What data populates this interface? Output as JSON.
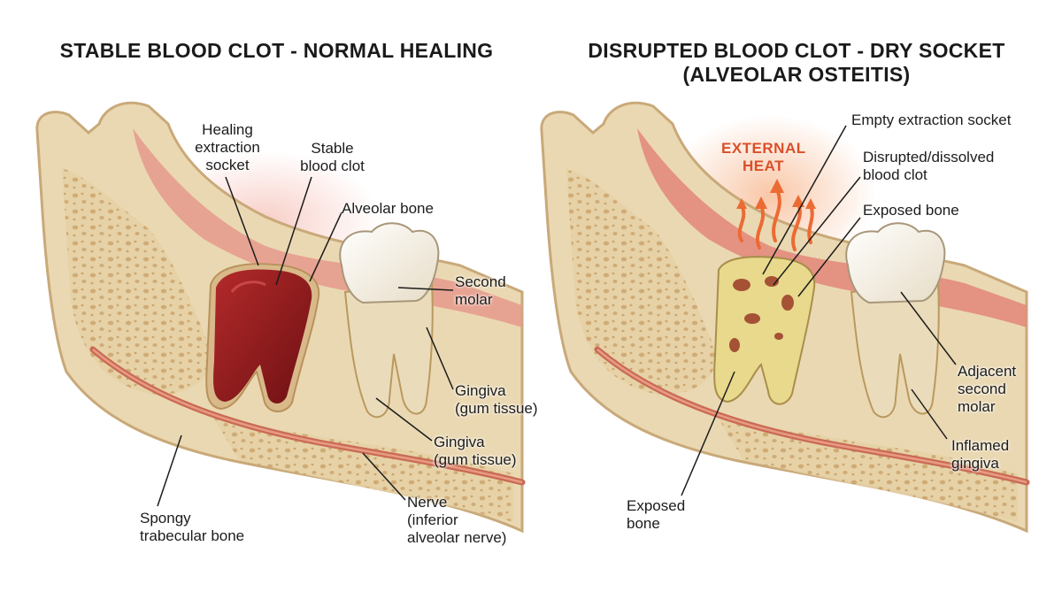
{
  "panels": {
    "left": {
      "title": "STABLE BLOOD CLOT - NORMAL HEALING",
      "labels": {
        "healing_socket": "Healing\nextraction\nsocket",
        "stable_clot": "Stable\nblood clot",
        "alveolar_bone": "Alveolar bone",
        "second_molar": "Second\nmolar",
        "gingiva_upper": "Gingiva\n(gum tissue)",
        "gingiva_lower": "Gingiva\n(gum tissue)",
        "nerve": "Nerve\n(inferior\nalveolar nerve)",
        "spongy_bone": "Spongy\ntrabecular bone"
      }
    },
    "right": {
      "title": "DISRUPTED BLOOD CLOT - DRY SOCKET\n(ALVEOLAR OSTEITIS)",
      "labels": {
        "external_heat": "EXTERNAL\nHEAT",
        "empty_socket": "Empty extraction socket",
        "disrupted_clot": "Disrupted/dissolved\nblood clot",
        "exposed_bone_upper": "Exposed bone",
        "adjacent_molar": "Adjacent\nsecond\nmolar",
        "inflamed_gingiva": "Inflamed\ngingiva",
        "exposed_bone_lower": "Exposed\nbone"
      }
    }
  },
  "colors": {
    "bone": "#ead8b2",
    "bone_edge": "#c9a979",
    "trabecular": "#dcc08c",
    "gum": "#e69a8c",
    "clot": "#8e1a1c",
    "tooth": "#f7f1e4",
    "dry_socket": "#e8d98c",
    "heat": "#d9502a",
    "text": "#1c1c1c"
  }
}
